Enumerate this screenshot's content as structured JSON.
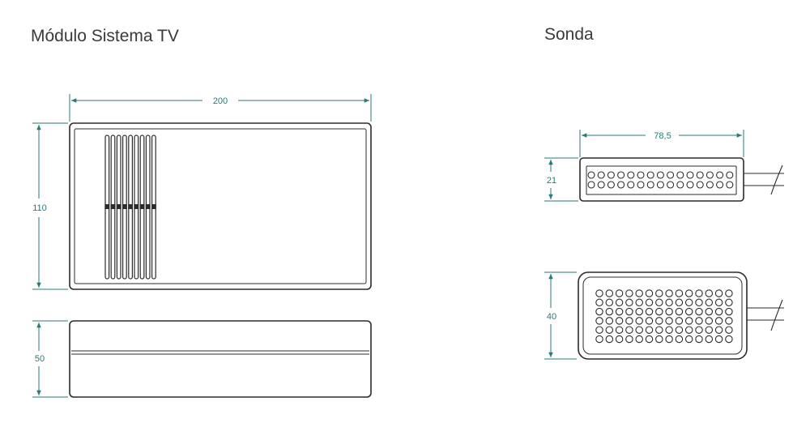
{
  "titles": {
    "module": "Módulo Sistema TV",
    "probe": "Sonda"
  },
  "dimensions": {
    "module_width": "200",
    "module_depth": "110",
    "module_height": "50",
    "probe_width": "78,5",
    "probe_height": "21",
    "probe_depth": "40"
  },
  "colors": {
    "outline": "#2b2b2b",
    "dimension": "#2a7a74",
    "title": "#3a3a3a"
  }
}
